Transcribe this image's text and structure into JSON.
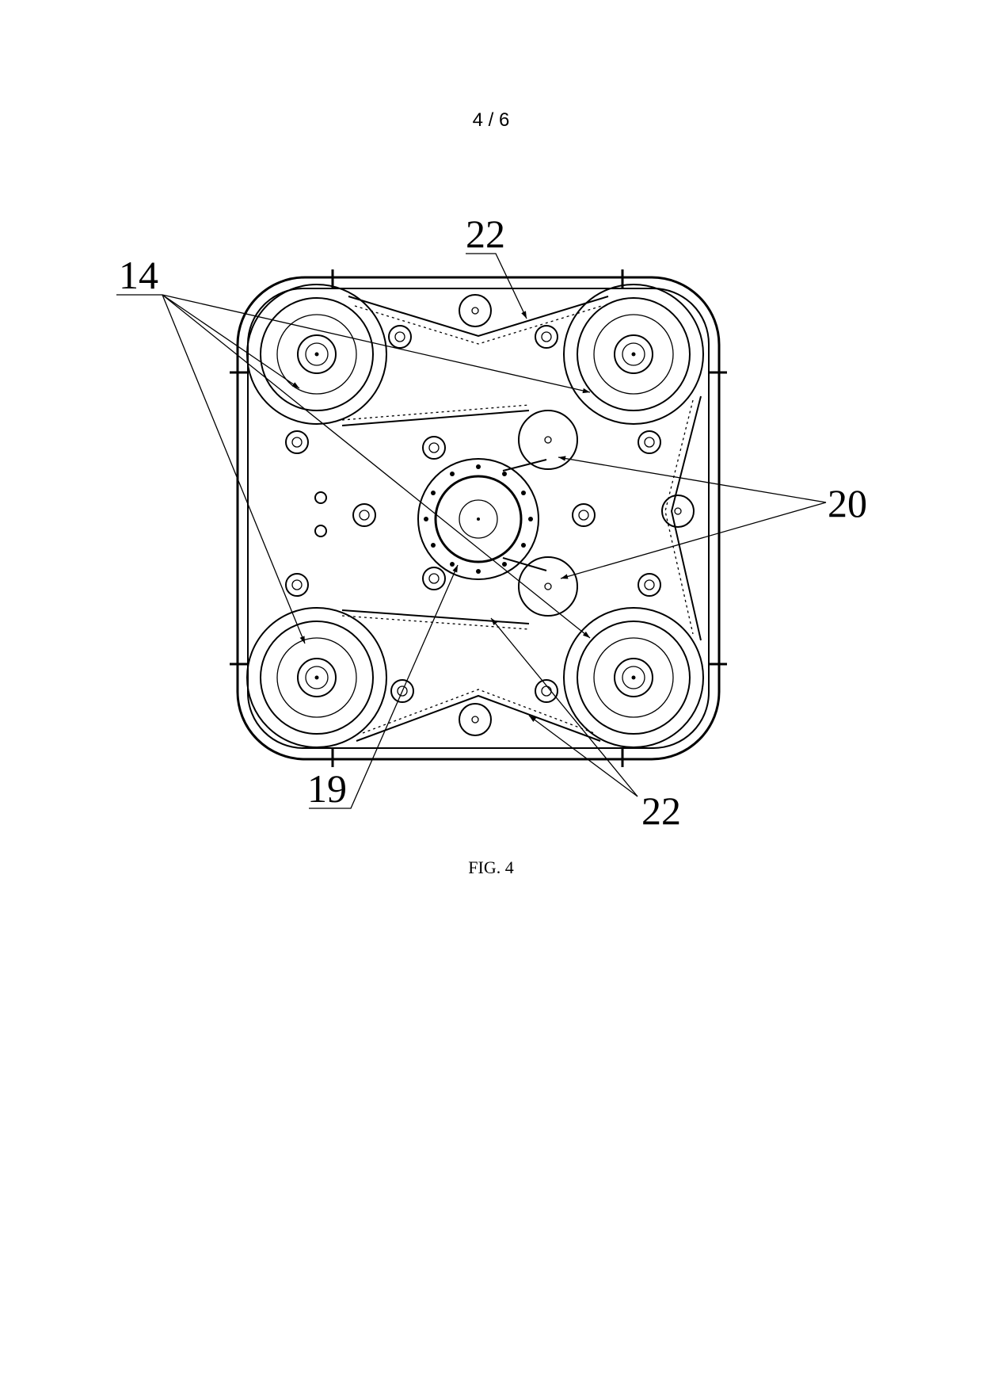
{
  "page_number": "4 / 6",
  "figure_caption": "FIG. 4",
  "reference_numerals": {
    "top_22": "22",
    "left_14": "14",
    "right_20": "20",
    "bottom_19": "19",
    "bottom_22": "22"
  }
}
